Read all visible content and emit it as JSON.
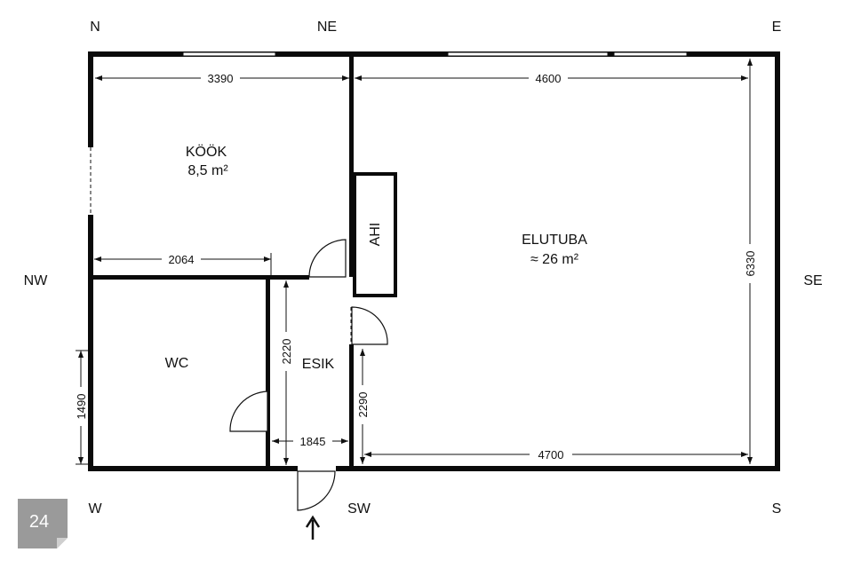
{
  "compass": {
    "n": "N",
    "ne": "NE",
    "e": "E",
    "nw": "NW",
    "se": "SE",
    "w": "W",
    "sw": "SW",
    "s": "S"
  },
  "rooms": {
    "kitchen_name": "KÖÖK",
    "kitchen_area": "8,5 m²",
    "living_name": "ELUTUBA",
    "living_area": "≈ 26 m²",
    "wc_name": "WC",
    "hall_name": "ESIK",
    "stove_name": "AHI"
  },
  "dimensions": {
    "kitchen_width": "3390",
    "living_width_top": "4600",
    "living_height": "6330",
    "kitchen_inner": "2064",
    "hall_height": "2220",
    "wc_height": "1490",
    "living_left_height": "2290",
    "hall_width": "1845",
    "living_width_bottom": "4700"
  },
  "badge": {
    "label": "24",
    "color": "#9a9a9a"
  },
  "entrance_arrow": "arrow-up-icon"
}
